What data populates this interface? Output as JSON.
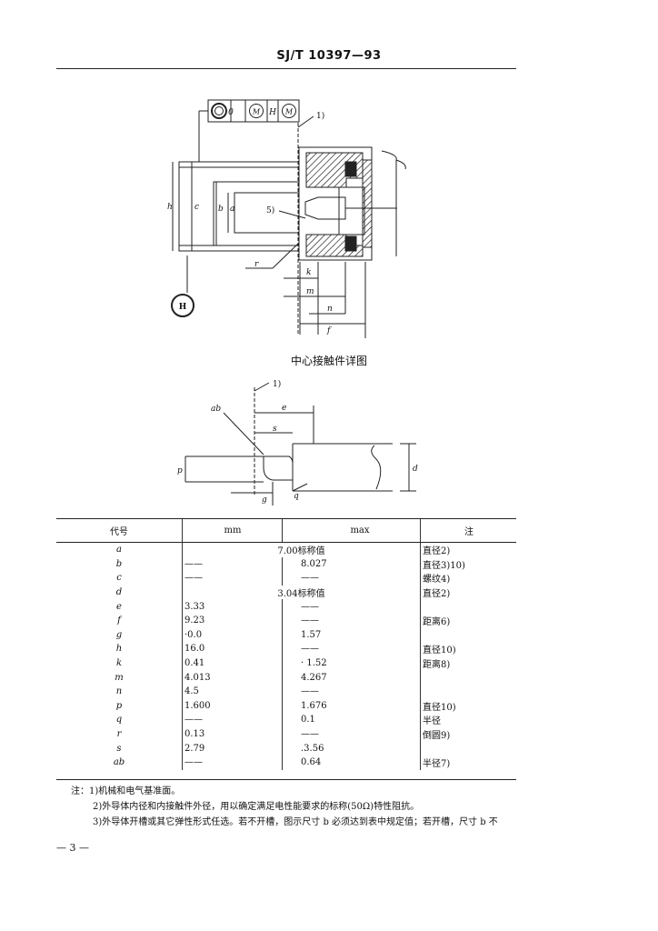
{
  "header": {
    "title": "SJ/T 10397—93"
  },
  "figure1": {
    "frame_symbols": [
      "0",
      "M",
      "H",
      "M"
    ],
    "labels": {
      "note1": "1)",
      "h": "h",
      "c": "c",
      "b": "b",
      "a": "a",
      "five": "5)",
      "r": "r",
      "k": "k",
      "m": "m",
      "n": "n",
      "f": "f",
      "datum": "H"
    }
  },
  "caption": "中心接触件详图",
  "figure2": {
    "labels": {
      "note1": "1)",
      "ab": "ab",
      "e": "e",
      "s": "s",
      "p": "p",
      "g": "g",
      "q": "q",
      "d": "d"
    }
  },
  "table": {
    "headers": {
      "symbol": "代号",
      "min": "mm",
      "max": "max",
      "note": "注"
    },
    "rows": [
      {
        "symbol": "a",
        "merged": "7.00标称值",
        "note": "直径2)"
      },
      {
        "symbol": "b",
        "min": "——",
        "max": "8.027",
        "note": "直径3)10)"
      },
      {
        "symbol": "c",
        "min": "——",
        "max": "——",
        "note": "螺纹4)"
      },
      {
        "symbol": "d",
        "merged": "3.04标称值",
        "note": "直径2)"
      },
      {
        "symbol": "e",
        "min": "3.33",
        "max": "——",
        "note": ""
      },
      {
        "symbol": "f",
        "min": "9.23",
        "max": "——",
        "note": "距离6)"
      },
      {
        "symbol": "g",
        "min": "·0.0",
        "max": "1.57",
        "note": ""
      },
      {
        "symbol": "h",
        "min": "16.0",
        "max": "——",
        "note": "直径10)"
      },
      {
        "symbol": "k",
        "min": "0.41",
        "max": "· 1.52",
        "note": "距离8)"
      },
      {
        "symbol": "m",
        "min": "4.013",
        "max": "4.267",
        "note": ""
      },
      {
        "symbol": "n",
        "min": "4.5",
        "max": "——",
        "note": ""
      },
      {
        "symbol": "p",
        "min": "1.600",
        "max": "1.676",
        "note": "直径10)"
      },
      {
        "symbol": "q",
        "min": "——",
        "max": "0.1",
        "note": "半径"
      },
      {
        "symbol": "r",
        "min": "0.13",
        "max": "——",
        "note": "倒圆9)"
      },
      {
        "symbol": "s",
        "min": "2.79",
        "max": ".3.56",
        "note": ""
      },
      {
        "symbol": "ab",
        "min": "——",
        "max": "0.64",
        "note": "半径7)"
      }
    ]
  },
  "notes": [
    "注：1)机械和电气基准面。",
    "2)外导体内径和内接触件外径，用以确定满足电性能要求的标称(50Ω)特性阻抗。",
    "3)外导体开槽或其它弹性形式任选。若不开槽，图示尺寸 b 必须达到表中规定值；若开槽，尺寸 b 不"
  ],
  "page_number": "— 3 —"
}
